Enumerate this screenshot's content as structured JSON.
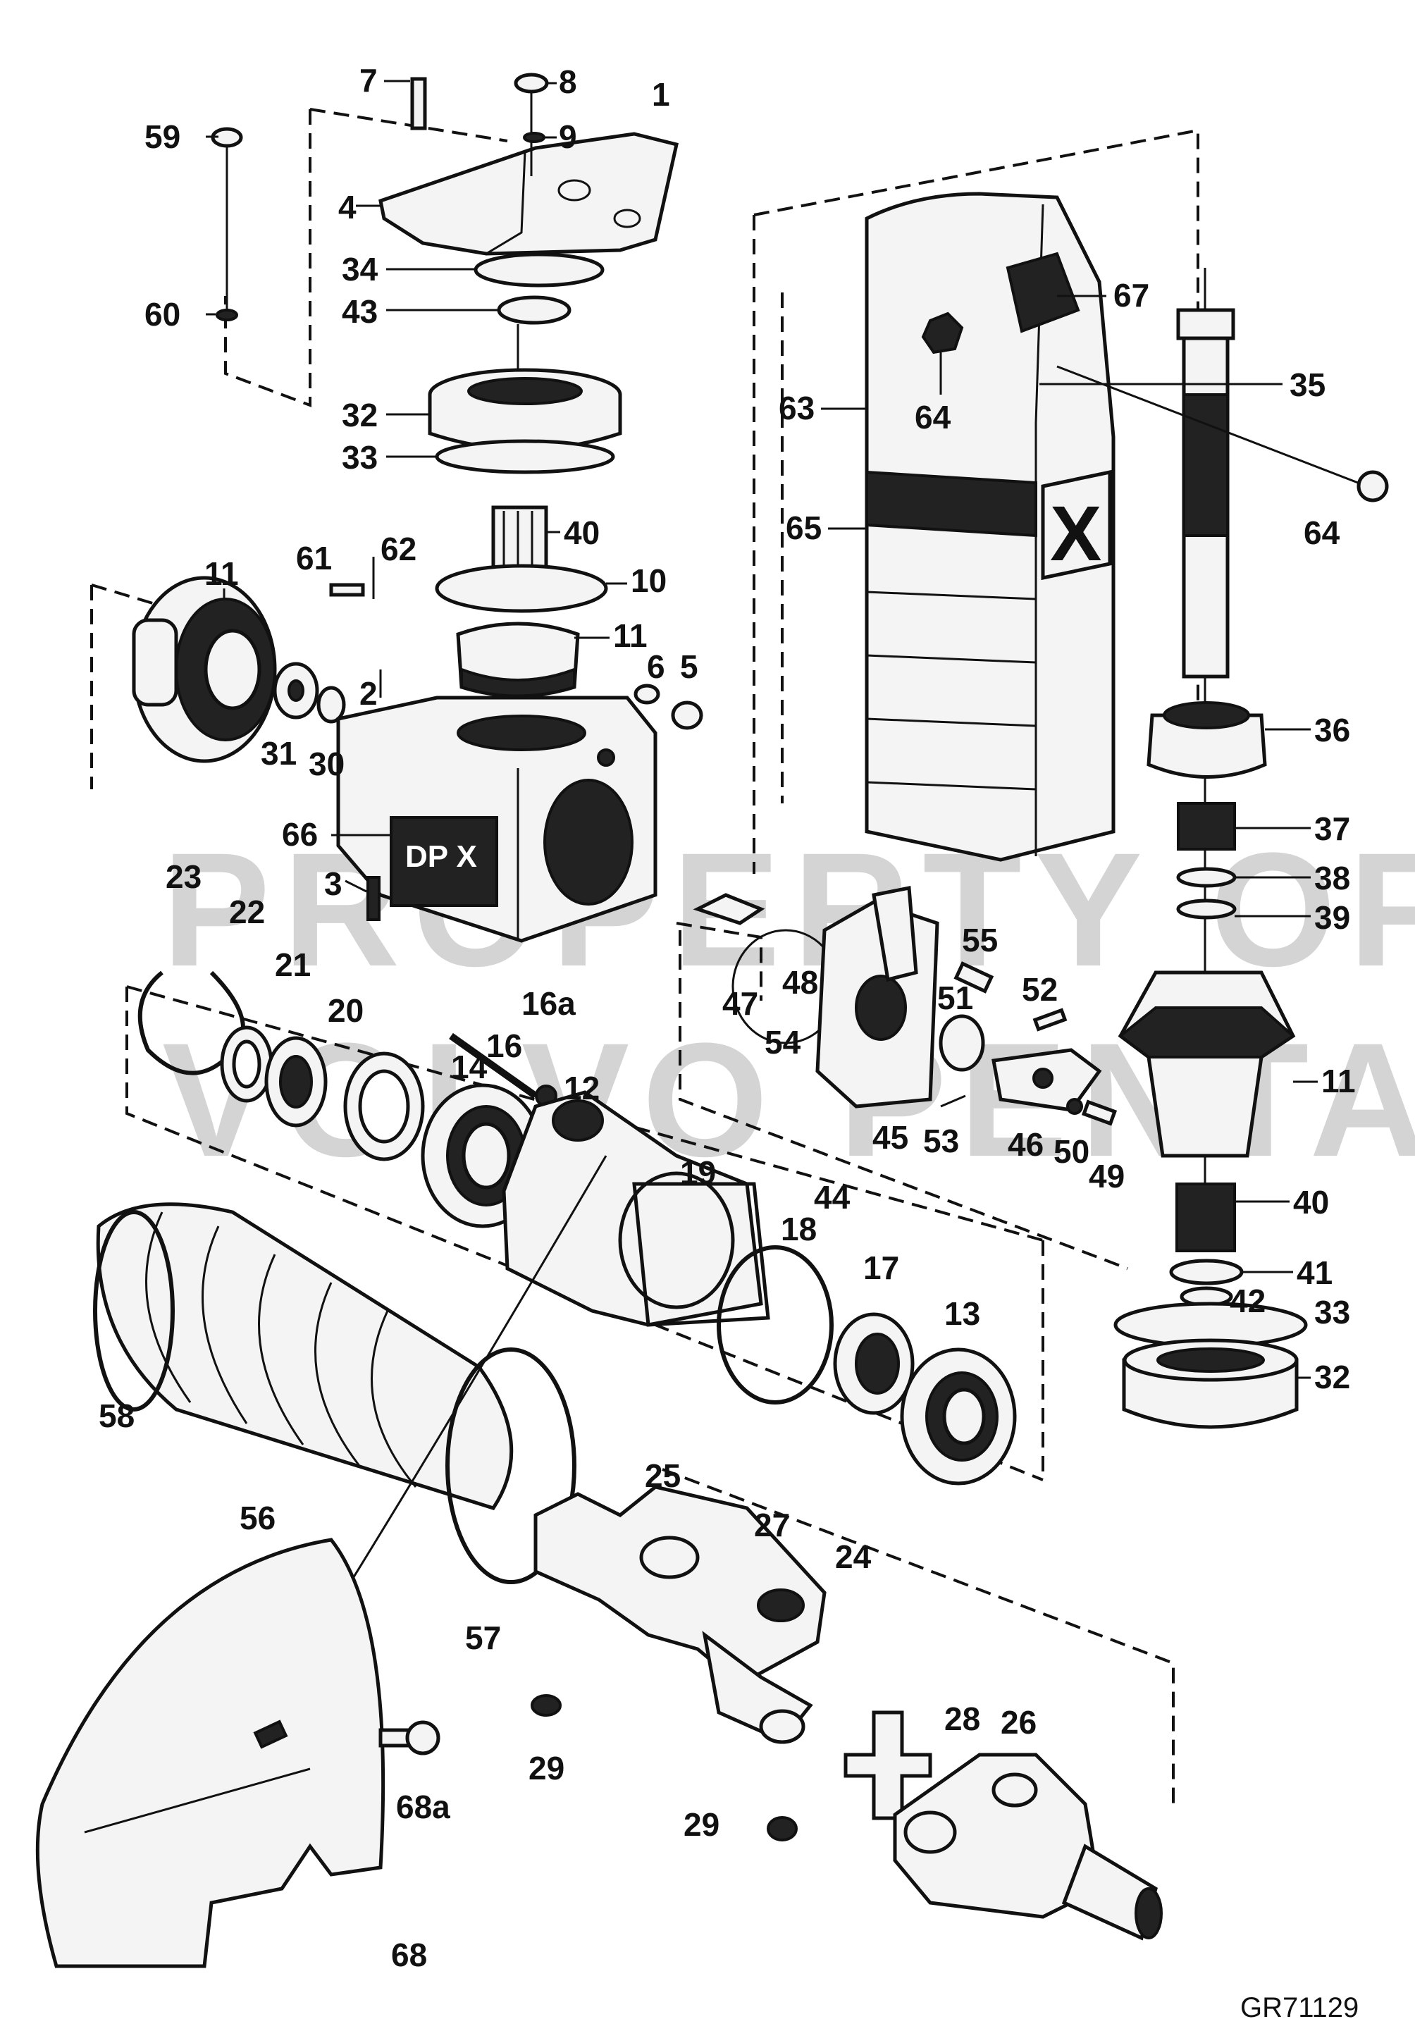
{
  "diagram": {
    "figure_code": "GR71129",
    "watermark_line1": "PROPERTY OF",
    "watermark_line2": "VOLVO PENTA",
    "decal_text": "DP X",
    "labels": {
      "l1": "1",
      "l2": "2",
      "l3": "3",
      "l4": "4",
      "l5": "5",
      "l6": "6",
      "l7": "7",
      "l8": "8",
      "l9": "9",
      "l10": "10",
      "l11a": "11",
      "l11b": "11",
      "l11c": "11",
      "l12": "12",
      "l13": "13",
      "l14": "14",
      "l16": "16",
      "l16a": "16a",
      "l17": "17",
      "l18": "18",
      "l19": "19",
      "l20": "20",
      "l21": "21",
      "l22": "22",
      "l23": "23",
      "l24": "24",
      "l25": "25",
      "l26": "26",
      "l27": "27",
      "l28": "28",
      "l29a": "29",
      "l29b": "29",
      "l30": "30",
      "l31": "31",
      "l32a": "32",
      "l32b": "32",
      "l33a": "33",
      "l33b": "33",
      "l34": "34",
      "l35": "35",
      "l36": "36",
      "l37": "37",
      "l38": "38",
      "l39": "39",
      "l40a": "40",
      "l40b": "40",
      "l41": "41",
      "l42": "42",
      "l43": "43",
      "l44": "44",
      "l45": "45",
      "l46": "46",
      "l47": "47",
      "l48": "48",
      "l49": "49",
      "l50": "50",
      "l51": "51",
      "l52": "52",
      "l53": "53",
      "l54": "54",
      "l55": "55",
      "l56": "56",
      "l57": "57",
      "l58": "58",
      "l59": "59",
      "l60": "60",
      "l61": "61",
      "l62": "62",
      "l63": "63",
      "l64a": "64",
      "l64b": "64",
      "l65": "65",
      "l66": "66",
      "l67": "67",
      "l68": "68",
      "l68a": "68a"
    }
  }
}
